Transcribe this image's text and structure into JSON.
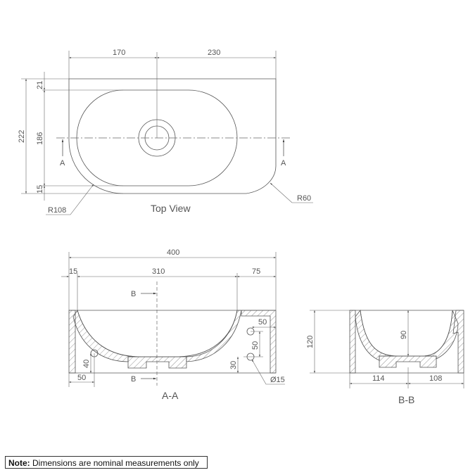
{
  "top_view": {
    "title": "Top View",
    "dims": {
      "left_width": "170",
      "right_width": "230",
      "total_depth": "222",
      "back_rim": "21",
      "bowl_depth": "186",
      "front_rim": "15",
      "radius_left": "R108",
      "radius_right": "R60"
    },
    "section_marker": "A"
  },
  "section_aa": {
    "title": "A-A",
    "dims": {
      "total_width": "400",
      "left_rim": "15",
      "bowl_width": "310",
      "right_rim": "75",
      "hole_left_height": "40",
      "hole_left_offset": "50",
      "hole_right_offset": "50",
      "hole_spacing": "50",
      "hole_bottom_height": "30",
      "hole_diameter": "Ø15"
    },
    "section_marker": "B"
  },
  "section_bb": {
    "title": "B-B",
    "dims": {
      "total_height": "120",
      "bowl_height": "90",
      "left_width": "114",
      "right_width": "108"
    }
  },
  "note": {
    "label": "Note:",
    "text": " Dimensions are nominal measurements only"
  }
}
